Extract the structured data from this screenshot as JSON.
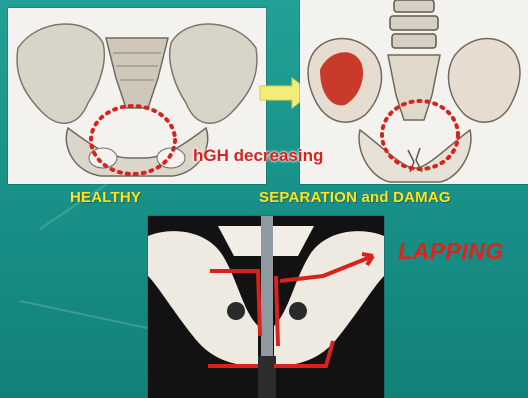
{
  "captions": {
    "left": "HEALTHY",
    "right": "SEPARATION and DAMAG"
  },
  "annotation": "hGH decreasing",
  "highlight": "LAPPING",
  "colors": {
    "background": "#1f9c91",
    "caption": "#ffe21a",
    "annotation": "#d8231d",
    "arrow": "#f3ec7a"
  }
}
